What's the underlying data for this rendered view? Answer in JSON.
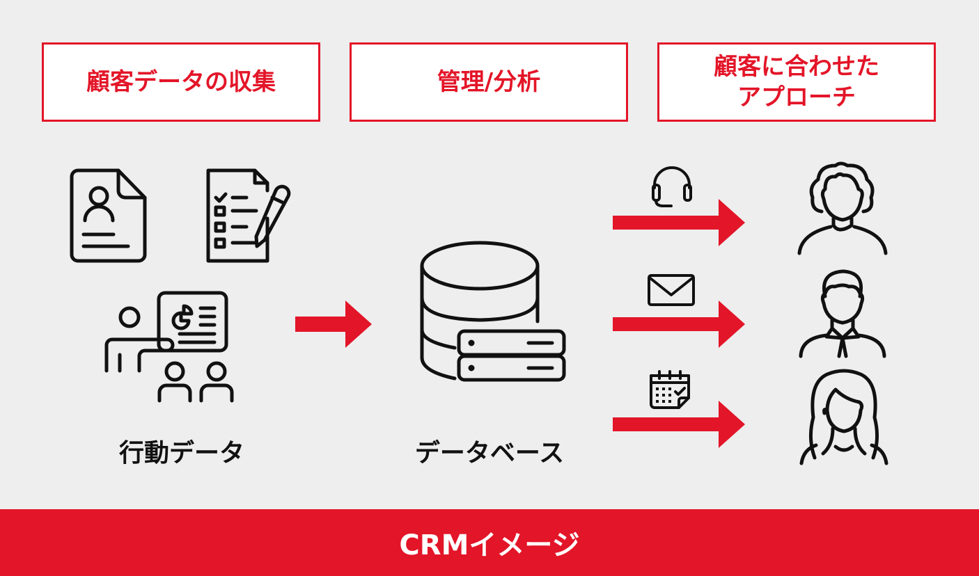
{
  "colors": {
    "accent": "#e31528",
    "background": "#eeeeee",
    "box_bg": "#ffffff",
    "icon_stroke": "#111111",
    "footer_text": "#ffffff"
  },
  "headers": [
    {
      "lines": [
        "顧客データの収集"
      ]
    },
    {
      "lines": [
        "管理/分析"
      ]
    },
    {
      "lines": [
        "顧客に合わせた",
        "アプローチ"
      ]
    }
  ],
  "collection": {
    "icons": [
      "customer-profile-document-icon",
      "checklist-with-pencil-icon",
      "presentation-audience-icon"
    ],
    "label": "行動データ"
  },
  "analysis": {
    "icon": "database-server-icon",
    "label": "データベース"
  },
  "approaches": [
    {
      "channel_icon": "headset-icon",
      "customer_icon": "woman-wavy-hair-icon"
    },
    {
      "channel_icon": "mail-envelope-icon",
      "customer_icon": "businessman-icon"
    },
    {
      "channel_icon": "calendar-check-icon",
      "customer_icon": "woman-long-hair-icon"
    }
  ],
  "footer": {
    "title": "CRMイメージ"
  }
}
